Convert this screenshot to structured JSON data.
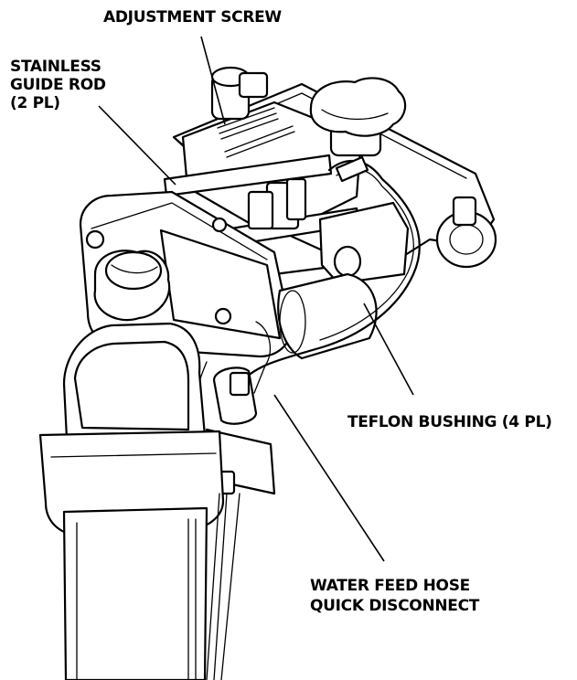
{
  "figure": {
    "background": "#ffffff",
    "ink_color": "#000000"
  },
  "callouts": {
    "adjustment_screw": "ADJUSTMENT SCREW",
    "guide_rod_line1": "STAINLESS",
    "guide_rod_line2": "GUIDE ROD",
    "guide_rod_line3": "(2 PL)",
    "teflon_bushing": "TEFLON BUSHING (4 PL)",
    "water_feed_line1": "WATER FEED HOSE",
    "water_feed_line2": "QUICK DISCONNECT"
  }
}
